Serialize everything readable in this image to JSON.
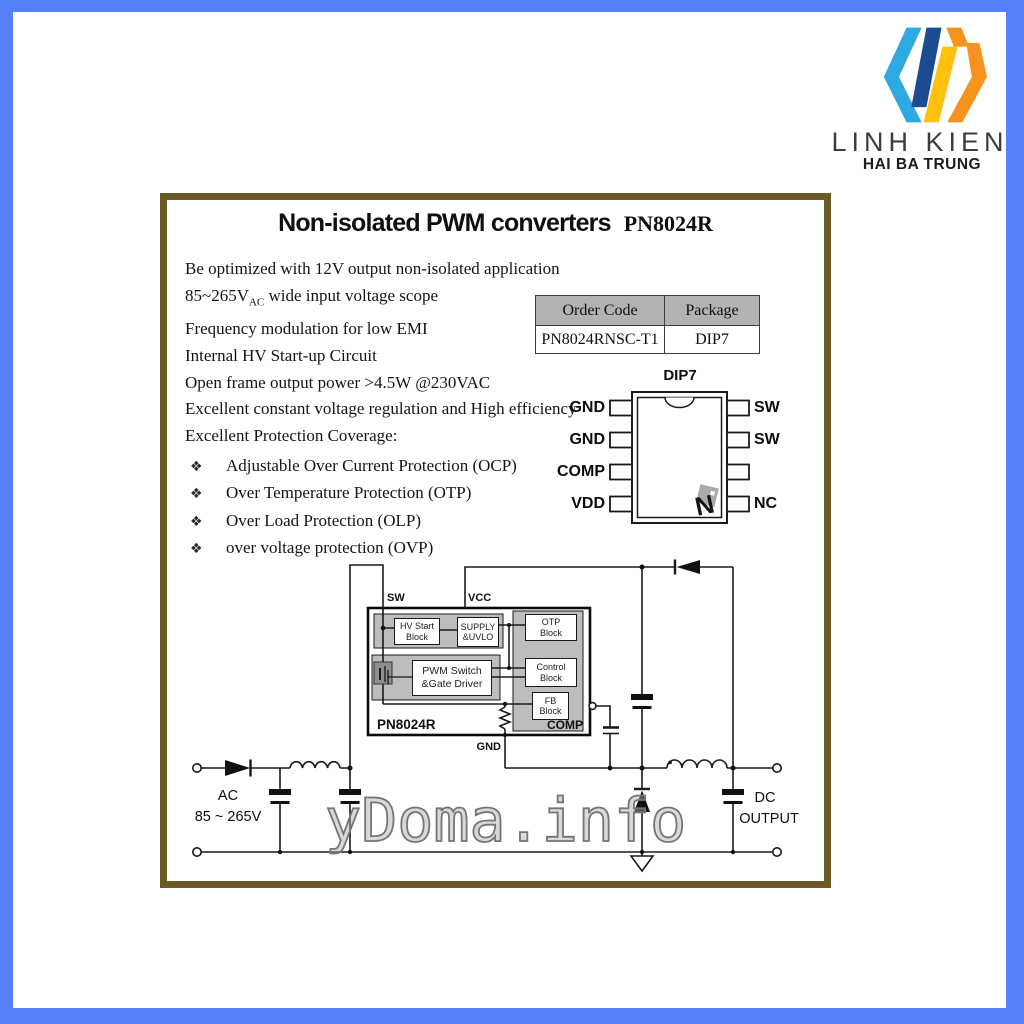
{
  "brand": {
    "title": "LINH KIEN",
    "subtitle": "HAI BA TRUNG"
  },
  "sheet": {
    "title": "Non-isolated PWM converters",
    "part": "PN8024R",
    "features": [
      "Be optimized with 12V output non-isolated application",
      {
        "prefix": "85~265V",
        "sub": "AC",
        "suffix": " wide input voltage scope"
      },
      "Frequency modulation for low EMI",
      "Internal HV Start-up Circuit",
      "Open frame output power >4.5W @230VAC",
      "Excellent constant voltage regulation and High efficiency",
      "Excellent Protection Coverage:"
    ],
    "bullet": "❖",
    "protections": [
      "Adjustable Over Current Protection (OCP)",
      "Over Temperature Protection (OTP)",
      "Over Load Protection (OLP)",
      "over voltage protection (OVP)"
    ],
    "order_table": {
      "headers": [
        "Order Code",
        "Package"
      ],
      "row": [
        "PN8024RNSC-T1",
        "DIP7"
      ]
    },
    "package": {
      "title": "DIP7",
      "left_pins": [
        "GND",
        "GND",
        "COMP",
        "VDD"
      ],
      "right_pins": [
        "SW",
        "SW",
        "",
        "NC"
      ]
    },
    "chip_logo_letter": "N",
    "circuit": {
      "ic": "PN8024R",
      "sw": "SW",
      "vcc": "VCC",
      "gnd": "GND",
      "comp": "COMP",
      "blocks": [
        "HV Start\nBlock",
        "SUPPLY\n&UVLO",
        "PWM Switch\n&Gate Driver",
        "OTP\nBlock",
        "Control\nBlock",
        "FB\nBlock"
      ],
      "ac_line1": "AC",
      "ac_line2": "85 ~ 265V",
      "dc_line1": "DC",
      "dc_line2": "OUTPUT"
    },
    "watermark": "yDoma.info"
  },
  "colors": {
    "frame": "#5580F8",
    "box_border": "#6B5A24",
    "table_header": "#B2B2B2",
    "ic_gray": "#BDBDBD",
    "logo": [
      "#2FA9E1",
      "#1C4C8F",
      "#FFC10E",
      "#F6921E"
    ]
  }
}
